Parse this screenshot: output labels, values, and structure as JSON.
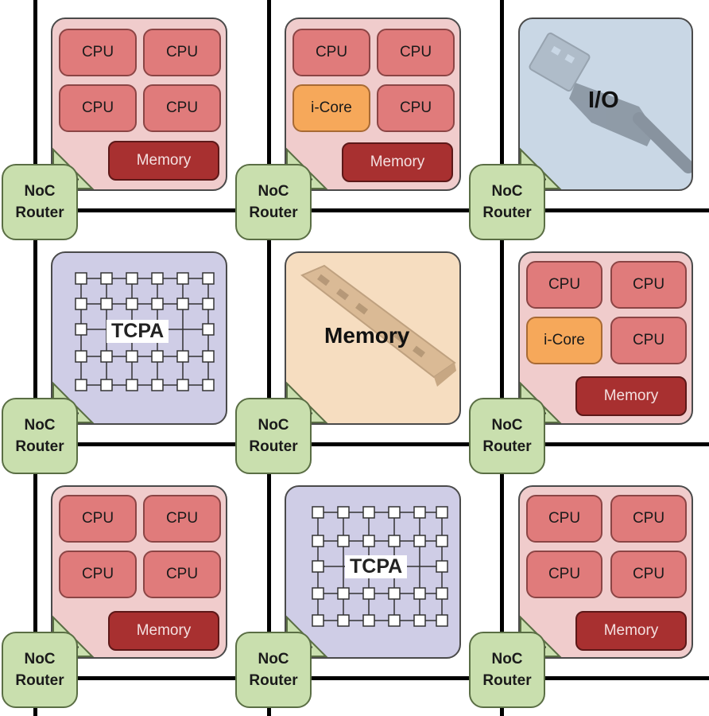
{
  "tiles": {
    "t00": {
      "cpus": [
        "CPU",
        "CPU",
        "CPU",
        "CPU"
      ],
      "memory": "Memory",
      "na": "NA"
    },
    "t01": {
      "cpus": [
        "CPU",
        "CPU",
        "i-Core",
        "CPU"
      ],
      "memory": "Memory",
      "na": "NA"
    },
    "t02": {
      "label": "I/O",
      "na": "NA"
    },
    "t10": {
      "label": "TCPA",
      "na": "NA"
    },
    "t11": {
      "label": "Memory",
      "na": "NA"
    },
    "t12": {
      "cpus": [
        "CPU",
        "CPU",
        "i-Core",
        "CPU"
      ],
      "memory": "Memory",
      "na": "NA"
    },
    "t20": {
      "cpus": [
        "CPU",
        "CPU",
        "CPU",
        "CPU"
      ],
      "memory": "Memory",
      "na": "NA"
    },
    "t21": {
      "label": "TCPA",
      "na": "NA"
    },
    "t22": {
      "cpus": [
        "CPU",
        "CPU",
        "CPU",
        "CPU"
      ],
      "memory": "Memory",
      "na": "NA"
    }
  },
  "router": {
    "line1": "NoC",
    "line2": "Router"
  },
  "colors": {
    "compute_bg": "#f0cccc",
    "cpu": "#e07b7b",
    "icore": "#f6a85a",
    "memory_block": "#a83030",
    "io_bg": "#c9d7e5",
    "tcpa_bg": "#cfcde6",
    "memory_tile_bg": "#f6ddc0",
    "router_bg": "#c9dfae",
    "na_bg": "#c9dfae"
  }
}
